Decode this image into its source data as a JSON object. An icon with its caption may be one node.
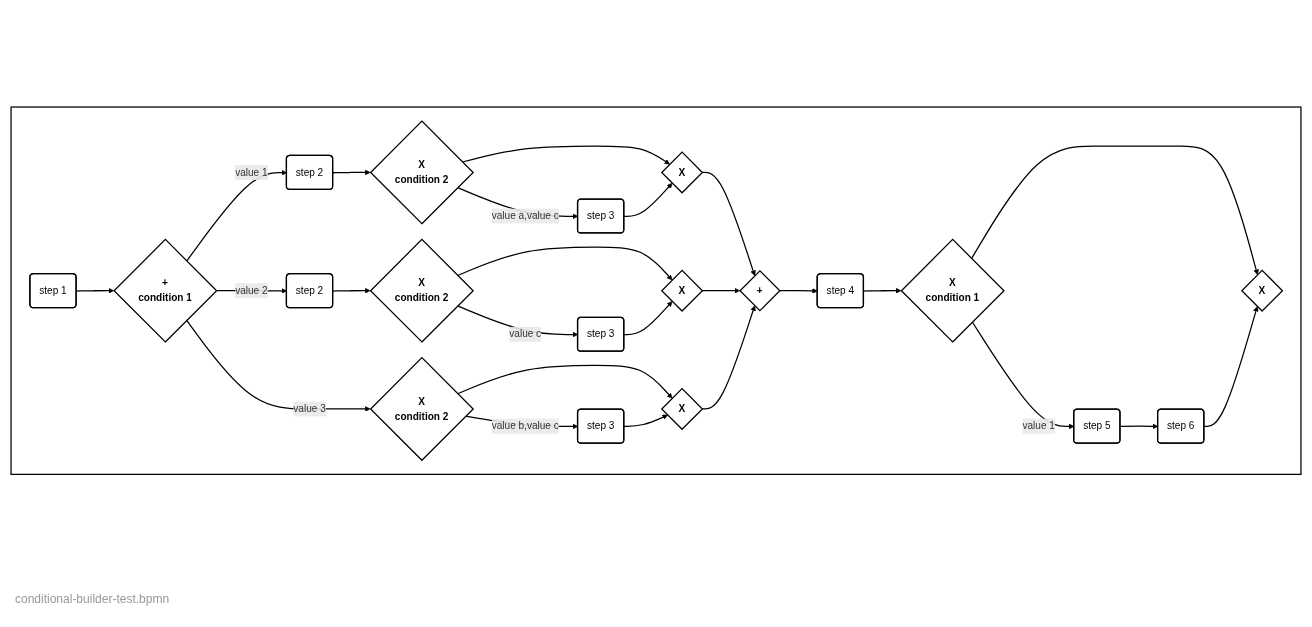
{
  "diagram": {
    "caption": "conditional-builder-test.bpmn",
    "nodes": [
      {
        "text": [],
        "shape": "box"
      },
      {
        "text": [
          "step 1"
        ],
        "in": 0
      },
      {
        "text": [
          "+",
          "condition 1"
        ],
        "in": 0
      },
      {
        "text": [
          "step 2"
        ],
        "in": 0
      },
      {
        "text": [
          "X",
          "condition 2"
        ],
        "in": 0
      },
      {
        "text": [
          "step 3"
        ],
        "in": 0
      },
      {
        "text": [
          "X"
        ],
        "in": 0
      },
      {
        "text": [
          "+"
        ],
        "in": 0
      },
      {
        "text": [
          "step 4"
        ],
        "in": 0
      },
      {
        "text": [
          "X",
          "condition 1"
        ],
        "in": 0
      },
      {
        "text": [
          "step 5"
        ],
        "in": 0
      },
      {
        "text": [
          "step 6"
        ],
        "in": 0
      },
      {
        "text": [
          "X"
        ],
        "in": 0
      },
      {
        "text": [
          "step 2"
        ],
        "in": 0
      },
      {
        "text": [
          "X",
          "condition 2"
        ],
        "in": 0
      },
      {
        "text": [
          "step 3"
        ],
        "in": 0
      },
      {
        "text": [
          "X"
        ],
        "in": 0
      },
      {
        "text": [
          "X",
          "condition 2"
        ],
        "in": 0
      },
      {
        "text": [
          "step 3"
        ],
        "in": 0
      },
      {
        "text": [
          "X"
        ],
        "in": 0
      }
    ],
    "edges": [
      {
        "from": 1,
        "to": 2,
        "arrow": "to"
      },
      {
        "from": 2,
        "to": 3,
        "label": "value 1",
        "arrow": "to"
      },
      {
        "from": 3,
        "to": 4,
        "arrow": "to"
      },
      {
        "from": 4,
        "to": 6,
        "arrow": "to"
      },
      {
        "from": 4,
        "to": 5,
        "label": "value a,value c",
        "arrow": "to"
      },
      {
        "from": 5,
        "to": 6,
        "arrow": "to"
      },
      {
        "from": 6,
        "to": 7,
        "arrow": "to"
      },
      {
        "from": 7,
        "to": 8,
        "arrow": "to"
      },
      {
        "from": 8,
        "to": 9,
        "arrow": "to"
      },
      {
        "from": 9,
        "to": 12,
        "arrow": "to"
      },
      {
        "from": 9,
        "to": 10,
        "label": "value 1",
        "arrow": "to"
      },
      {
        "from": 10,
        "to": 11,
        "arrow": "to"
      },
      {
        "from": 11,
        "to": 12,
        "arrow": "to"
      },
      {
        "from": 2,
        "to": 13,
        "label": "value 2",
        "arrow": "to"
      },
      {
        "from": 13,
        "to": 14,
        "arrow": "to"
      },
      {
        "from": 14,
        "to": 16,
        "arrow": "to"
      },
      {
        "from": 14,
        "to": 15,
        "label": "value c",
        "arrow": "to"
      },
      {
        "from": 15,
        "to": 16,
        "arrow": "to"
      },
      {
        "from": 16,
        "to": 7,
        "arrow": "to"
      },
      {
        "from": 2,
        "to": 17,
        "label": "value 3",
        "arrow": "to"
      },
      {
        "from": 17,
        "to": 19,
        "arrow": "to"
      },
      {
        "from": 17,
        "to": 18,
        "label": "value b,value c",
        "arrow": "to"
      },
      {
        "from": 18,
        "to": 19,
        "arrow": "to"
      },
      {
        "from": 19,
        "to": 7,
        "arrow": "to"
      }
    ]
  }
}
